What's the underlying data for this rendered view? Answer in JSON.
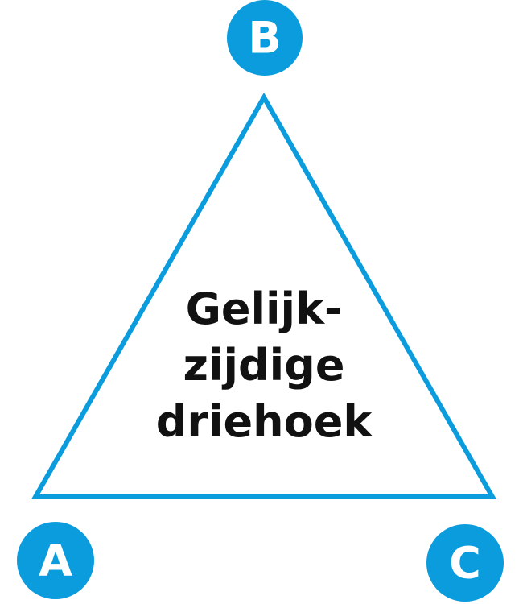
{
  "triangle": {
    "label_lines": [
      "Gelijk-",
      "zijdige",
      "driehoek"
    ]
  },
  "vertices": {
    "a": {
      "label": "A"
    },
    "b": {
      "label": "B"
    },
    "c": {
      "label": "C"
    }
  },
  "colors": {
    "accent": "#0a9cdd",
    "text": "#111111",
    "background": "#ffffff"
  }
}
